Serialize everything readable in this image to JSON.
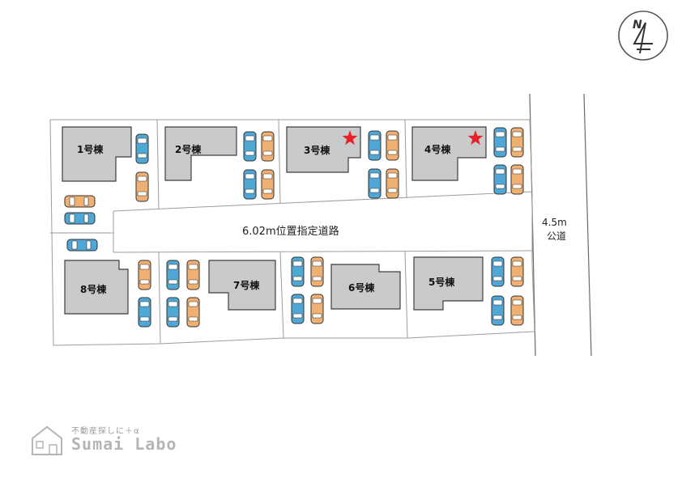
{
  "plan": {
    "road_label": "6.02m位置指定道路",
    "public_road": {
      "width_label": "4.5m",
      "name_label": "公道"
    },
    "north_symbol": "N",
    "houses": [
      {
        "label": "1号棟",
        "featured": false
      },
      {
        "label": "2号棟",
        "featured": false
      },
      {
        "label": "3号棟",
        "featured": true
      },
      {
        "label": "4号棟",
        "featured": true
      },
      {
        "label": "5号棟",
        "featured": false
      },
      {
        "label": "6号棟",
        "featured": false
      },
      {
        "label": "7号棟",
        "featured": false
      },
      {
        "label": "8号棟",
        "featured": false
      }
    ]
  },
  "brand": {
    "tagline": "不動産探しに＋α",
    "name": "Sumai Labo"
  },
  "colors": {
    "building_fill": "#c9cacb",
    "car_blue": "#4fa7d6",
    "car_orange": "#efb072",
    "featured_star": "#e8202a",
    "brand_gray": "#b5b5b5"
  },
  "icons": [
    "north-arrow-icon",
    "star-icon",
    "car-icon",
    "house-logo-icon"
  ]
}
